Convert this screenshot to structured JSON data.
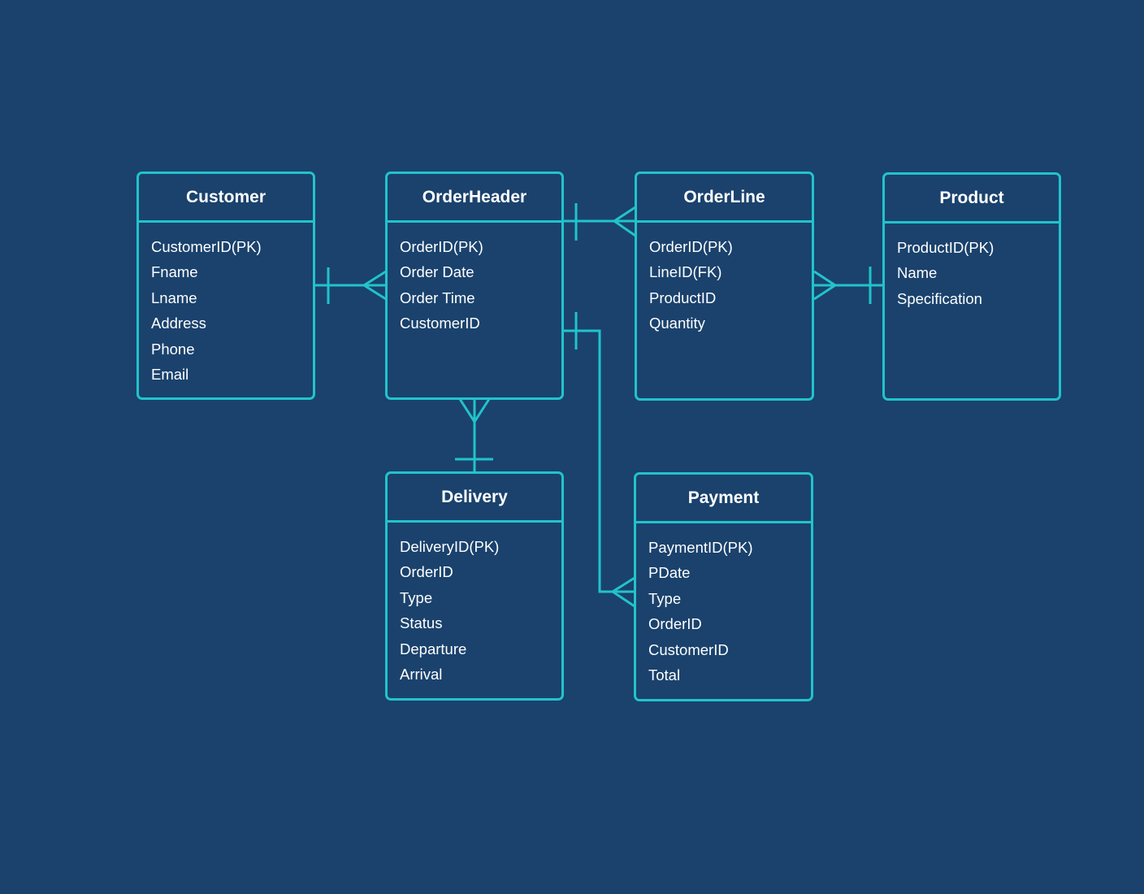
{
  "colors": {
    "background": "#1a426d",
    "line": "#22c3cb",
    "text": "#ffffff"
  },
  "entities": {
    "customer": {
      "title": "Customer",
      "attributes": [
        "CustomerID(PK)",
        "Fname",
        "Lname",
        "Address",
        "Phone",
        "Email"
      ]
    },
    "orderheader": {
      "title": "OrderHeader",
      "attributes": [
        "OrderID(PK)",
        "Order Date",
        "Order Time",
        "CustomerID"
      ]
    },
    "orderline": {
      "title": "OrderLine",
      "attributes": [
        "OrderID(PK)",
        "LineID(FK)",
        "ProductID",
        "Quantity"
      ]
    },
    "product": {
      "title": "Product",
      "attributes": [
        "ProductID(PK)",
        "Name",
        "Specification"
      ]
    },
    "delivery": {
      "title": "Delivery",
      "attributes": [
        "DeliveryID(PK)",
        "OrderID",
        "Type",
        "Status",
        "Departure",
        "Arrival"
      ]
    },
    "payment": {
      "title": "Payment",
      "attributes": [
        "PaymentID(PK)",
        "PDate",
        "Type",
        "OrderID",
        "CustomerID",
        "Total"
      ]
    }
  },
  "relationships": [
    {
      "one": "customer",
      "many": "orderheader"
    },
    {
      "one": "orderheader",
      "many": "orderline"
    },
    {
      "one": "product",
      "many": "orderline"
    },
    {
      "one": "delivery",
      "many": "orderheader"
    },
    {
      "one": "orderheader",
      "many": "payment"
    }
  ]
}
